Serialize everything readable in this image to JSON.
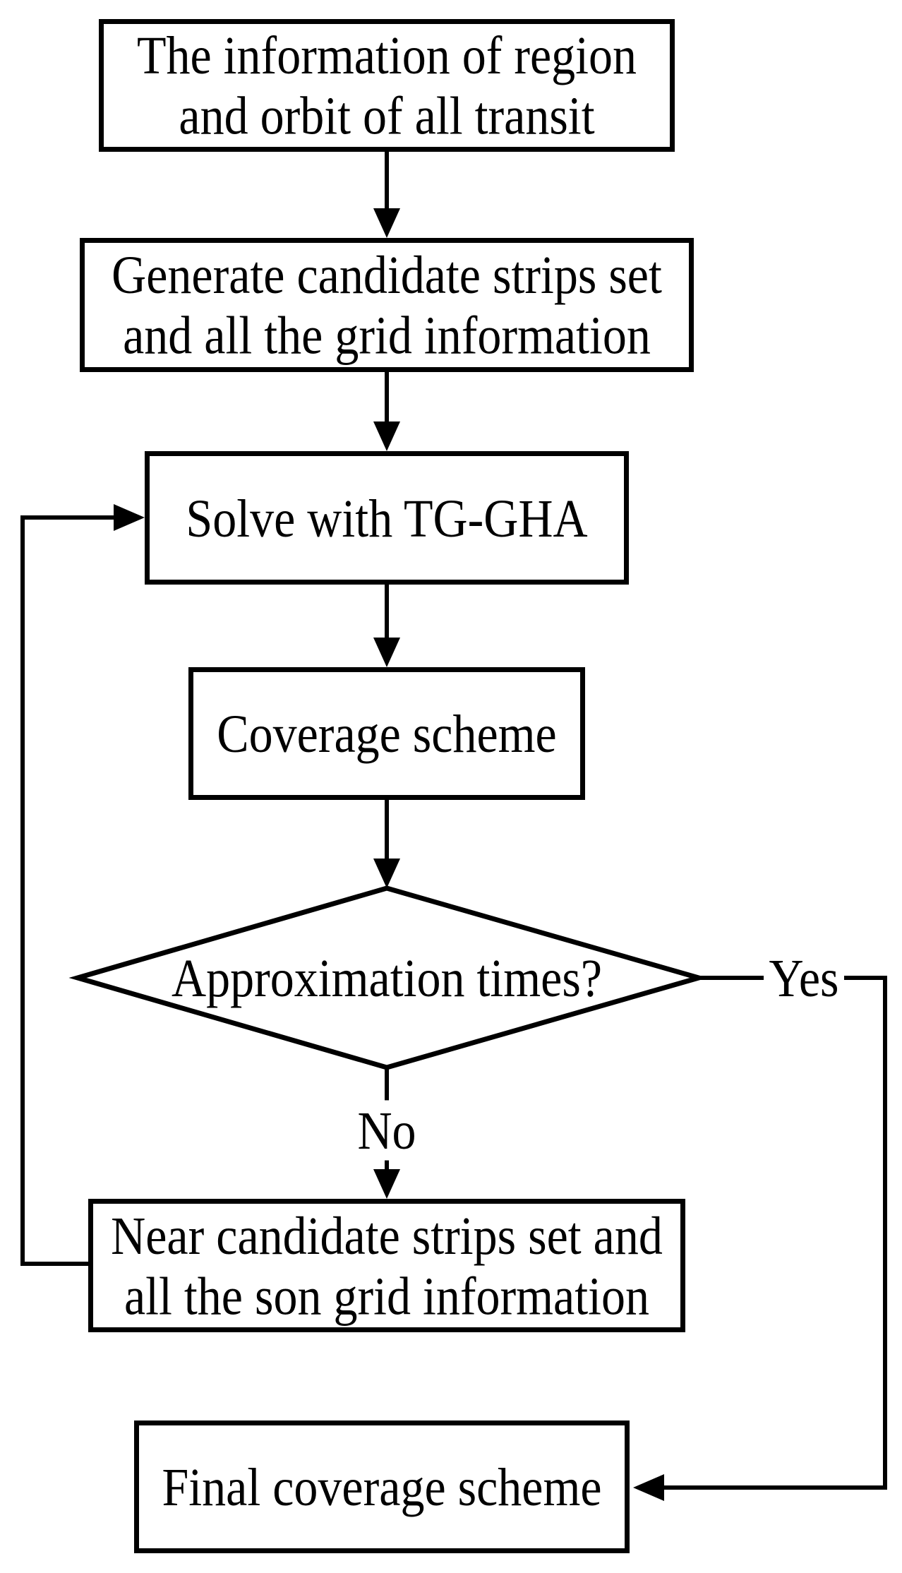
{
  "figure": {
    "type": "flowchart",
    "colors": {
      "line": "#000000",
      "background": "#ffffff",
      "text": "#000000"
    },
    "nodes": {
      "input": {
        "shape": "rectangle",
        "lines": [
          "The information of region",
          "and orbit of all transit"
        ]
      },
      "generate": {
        "shape": "rectangle",
        "lines": [
          "Generate candidate strips set",
          "and all the grid information"
        ]
      },
      "solve": {
        "shape": "rectangle",
        "lines": [
          "Solve with TG-GHA"
        ]
      },
      "coverage": {
        "shape": "rectangle",
        "lines": [
          "Coverage scheme"
        ]
      },
      "decision": {
        "shape": "diamond",
        "lines": [
          "Approximation times?"
        ]
      },
      "near": {
        "shape": "rectangle",
        "lines": [
          "Near candidate strips set and",
          "all the son grid information"
        ]
      },
      "final": {
        "shape": "rectangle",
        "lines": [
          "Final coverage scheme"
        ]
      }
    },
    "edge_labels": {
      "yes": "Yes",
      "no": "No"
    }
  }
}
